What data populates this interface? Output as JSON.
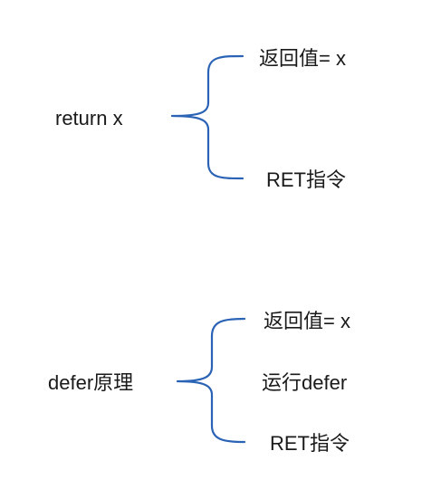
{
  "groups": [
    {
      "root": "return x",
      "items": [
        "返回值= x",
        "RET指令"
      ]
    },
    {
      "root": "defer原理",
      "items": [
        "返回值= x",
        "运行defer",
        "RET指令"
      ]
    }
  ],
  "colors": {
    "brace": "#2a63b5",
    "text": "#1a1a1a",
    "background": "#ffffff"
  }
}
